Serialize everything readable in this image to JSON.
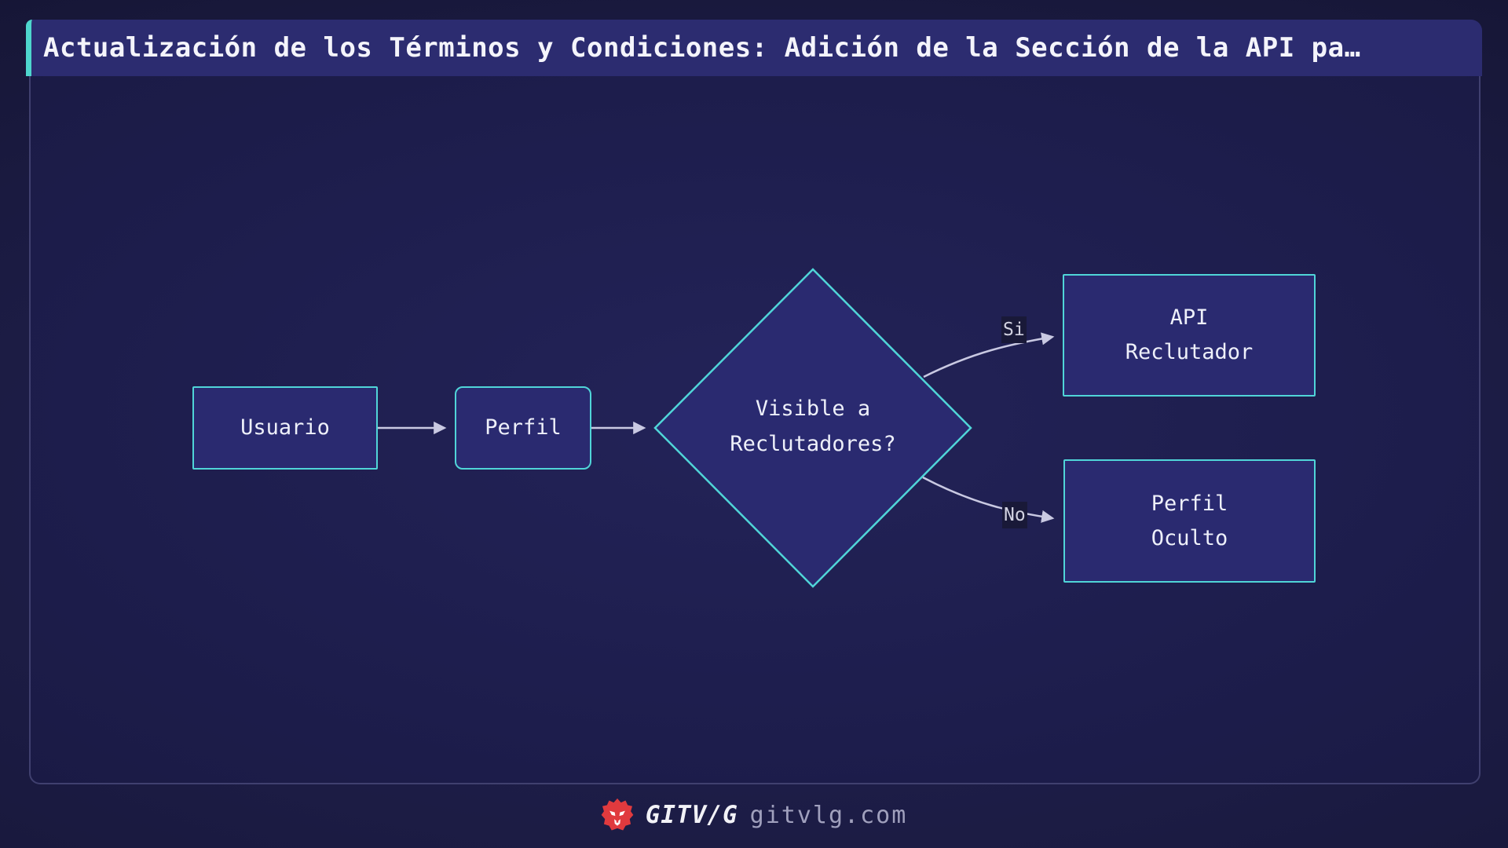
{
  "header": {
    "title": "Actualización de los Términos y Condiciones: Adición de la Sección de la API pa…"
  },
  "diagram": {
    "type": "flowchart",
    "direction": "left-to-right",
    "nodes": {
      "usuario": {
        "label": "Usuario",
        "shape": "rectangle"
      },
      "perfil": {
        "label": "Perfil",
        "shape": "rounded-rectangle"
      },
      "decision": {
        "lines": [
          "Visible a",
          "Reclutadores?"
        ],
        "shape": "diamond"
      },
      "api": {
        "lines": [
          "API",
          "Reclutador"
        ],
        "shape": "rectangle"
      },
      "oculto": {
        "lines": [
          "Perfil",
          "Oculto"
        ],
        "shape": "rectangle"
      }
    },
    "edges": {
      "usuario_to_perfil": {
        "from": "Usuario",
        "to": "Perfil",
        "label": ""
      },
      "perfil_to_decision": {
        "from": "Perfil",
        "to": "Visible a Reclutadores?",
        "label": ""
      },
      "decision_to_api": {
        "from": "Visible a Reclutadores?",
        "to": "API Reclutador",
        "label": "Si"
      },
      "decision_to_oculto": {
        "from": "Visible a Reclutadores?",
        "to": "Perfil Oculto",
        "label": "No"
      }
    }
  },
  "footer": {
    "brand": "GITV/G",
    "site": "gitvlg.com",
    "icon": "lion-icon"
  },
  "colors": {
    "accent_teal": "#4ed6cd",
    "node_border_teal": "#50d5d8",
    "node_fill": "#2a2a70",
    "title_bar_bg": "#2c2c70",
    "arrow": "#c9c9e2",
    "edge_label_bg": "#191938",
    "logo_red": "#e03a3e"
  }
}
